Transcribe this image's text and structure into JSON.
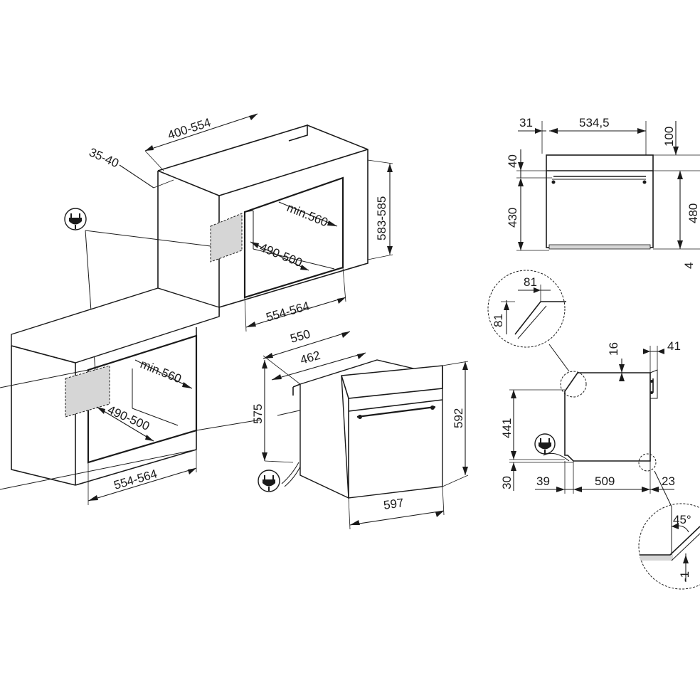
{
  "installation_drawing": {
    "column_unit": {
      "depth": "400-554",
      "offset": "35-40",
      "height": "583-585",
      "cutout_depth": "min.560",
      "cutout_height": "490-500",
      "cutout_width": "554-564"
    },
    "under_counter": {
      "cutout_depth": "min.560",
      "cutout_height": "490-500",
      "cutout_width": "554-564"
    },
    "oven": {
      "depth_total": "550",
      "depth_body": "462",
      "height_body": "575",
      "height_front": "592",
      "width_front": "597"
    },
    "side_view": {
      "top_offset": "31",
      "depth": "534,5",
      "top_clearance": "100",
      "panel_height": "40",
      "body_height": "430",
      "total_height": "480",
      "cropped_value": "4"
    },
    "profile_view": {
      "top_gap": "16",
      "front_depth": "41",
      "body_height": "441",
      "base_height": "30",
      "rear_offset": "39",
      "body_depth": "509",
      "front_offset": "23"
    },
    "detail_top": {
      "horizontal": "81",
      "vertical": "81"
    },
    "detail_bottom": {
      "angle": "45°",
      "offset": "-1"
    }
  }
}
